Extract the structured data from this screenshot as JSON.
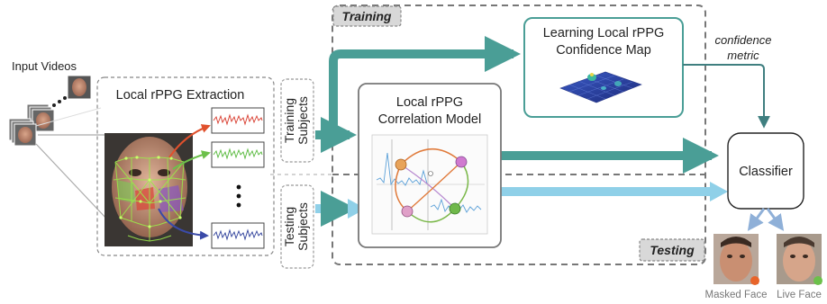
{
  "input_videos_label": "Input Videos",
  "extraction_label": "Local rPPG Extraction",
  "training_subjects_label": [
    "Training",
    "Subjects"
  ],
  "testing_subjects_label": [
    "Testing",
    "Subjects"
  ],
  "training_label": "Training",
  "testing_label": "Testing",
  "confidence_map_label": [
    "Learning Local rPPG",
    "Confidence Map"
  ],
  "correlation_model_label": [
    "Local rPPG",
    "Correlation Model"
  ],
  "confidence_metric_label": [
    "confidence",
    "metric"
  ],
  "classifier_label": "Classifier",
  "masked_face_label": "Masked Face",
  "live_face_label": "Live Face",
  "colors": {
    "training_arrow": "#4a9e96",
    "testing_arrow": "#8fd0e8",
    "confidence_box_border": "#4a9e96",
    "signal_red": "#d83a2c",
    "signal_green": "#55b83a",
    "signal_blue": "#2d3f9a",
    "masked_dot": "#e8642a",
    "live_dot": "#6cc04a"
  }
}
